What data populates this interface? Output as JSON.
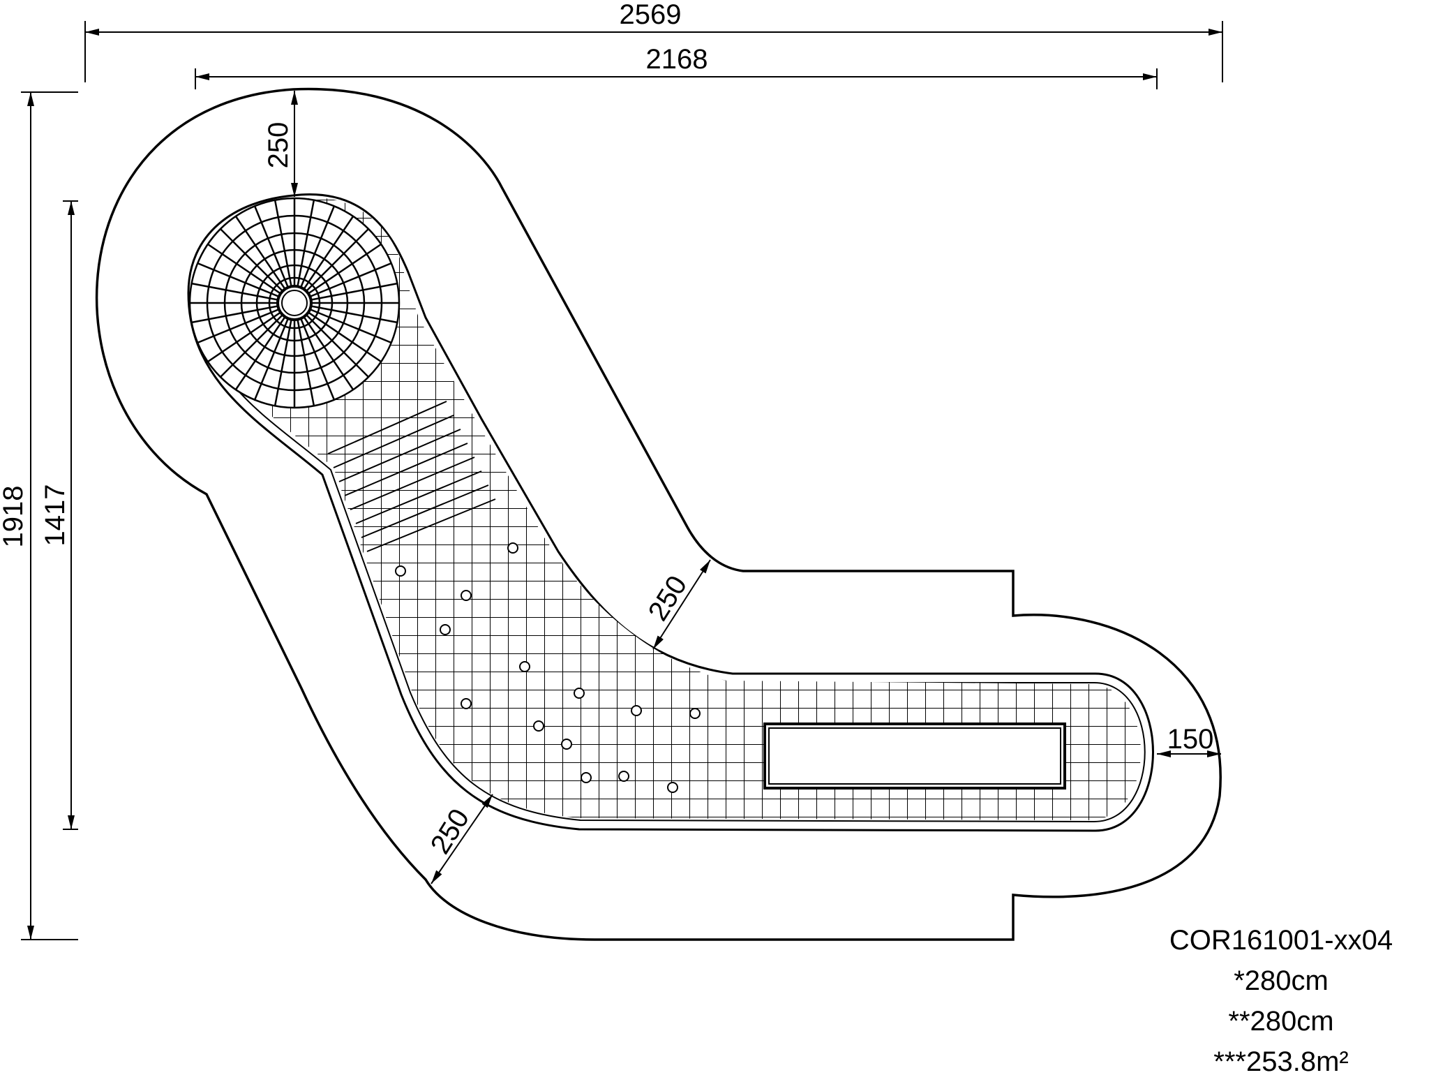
{
  "dimensions": {
    "overall_width": "2569",
    "inner_width": "2168",
    "overall_height": "1918",
    "inner_height": "1417",
    "safety_zone_top": "250",
    "safety_zone_inner_bend": "250",
    "safety_zone_outer_bend": "250",
    "safety_zone_right": "150"
  },
  "info": {
    "product_code": "COR161001-xx04",
    "spec_1": "*280cm",
    "spec_2": "**280cm",
    "spec_3": "***253.8m²"
  },
  "colors": {
    "line": "#000000",
    "background": "#ffffff"
  }
}
